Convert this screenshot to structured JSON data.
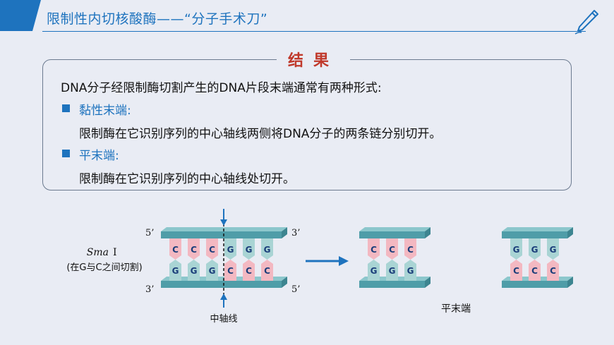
{
  "header": {
    "title": "限制性内切核酸酶——“分子手术刀”"
  },
  "result": {
    "title": "结果",
    "intro": "DNA分子经限制酶切割产生的DNA片段末端通常有两种形式:",
    "items": [
      {
        "heading": "黏性末端:",
        "text": "限制酶在它识别序列的中心轴线两侧将DNA分子的两条链分别切开。"
      },
      {
        "heading": "平末端:",
        "text": "限制酶在它识别序列的中心轴线处切开。"
      }
    ]
  },
  "diagram": {
    "enzyme_name": "Sma",
    "enzyme_numeral": "Ⅰ",
    "enzyme_note": "(在G与C之间切割)",
    "end_5_prime": "5’",
    "end_3_prime": "3’",
    "original_top_bases": [
      "C",
      "C",
      "C",
      "G",
      "G",
      "G"
    ],
    "original_bottom_bases": [
      "G",
      "G",
      "G",
      "C",
      "C",
      "C"
    ],
    "fragment1_top_bases": [
      "C",
      "C",
      "C"
    ],
    "fragment1_bottom_bases": [
      "G",
      "G",
      "G"
    ],
    "fragment2_top_bases": [
      "G",
      "G",
      "G"
    ],
    "fragment2_bottom_bases": [
      "C",
      "C",
      "C"
    ],
    "axis_label": "中轴线",
    "result_label": "平末端"
  },
  "colors": {
    "accent": "#1e73be",
    "title_red": "#c0392b",
    "strand": "#4f9da8",
    "base_pink": "#f3b8c1",
    "base_teal": "#a9d4d4",
    "base_text": "#1a3d7a",
    "background": "#e9ecf4"
  }
}
